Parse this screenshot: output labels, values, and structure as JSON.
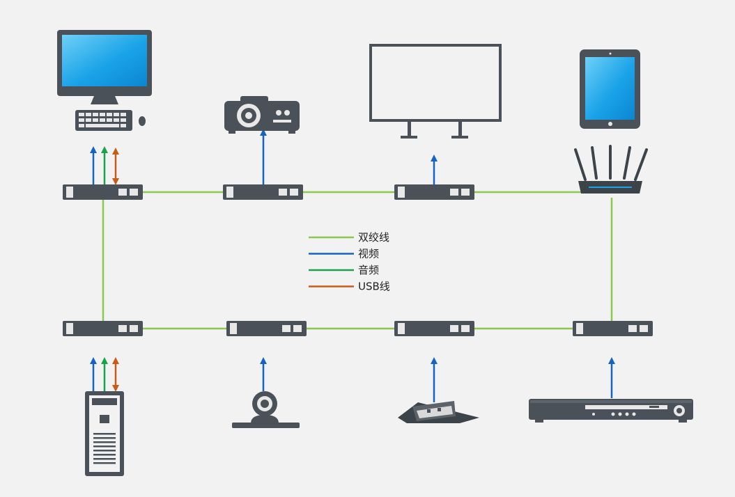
{
  "colors": {
    "background": "#f2f2f2",
    "device": "#4a5158",
    "device_dark": "#3c4349",
    "screen_blue": "#1aa3e8",
    "twisted_pair": "#8cc84b",
    "video": "#1565c0",
    "audio": "#1aa34a",
    "usb": "#c75b1a"
  },
  "legend": {
    "items": [
      {
        "label": "双绞线",
        "color": "#8cc84b"
      },
      {
        "label": "视频",
        "color": "#1565c0"
      },
      {
        "label": "音频",
        "color": "#1aa34a"
      },
      {
        "label": "USB线",
        "color": "#c75b1a"
      }
    ]
  },
  "devices": [
    {
      "name": "desktop-computer-icon"
    },
    {
      "name": "projector-icon"
    },
    {
      "name": "display-screen-icon"
    },
    {
      "name": "tablet-icon"
    },
    {
      "name": "wifi-router-icon"
    },
    {
      "name": "pc-tower-icon"
    },
    {
      "name": "conference-camera-icon"
    },
    {
      "name": "floor-socket-box-icon"
    },
    {
      "name": "media-player-icon"
    }
  ]
}
